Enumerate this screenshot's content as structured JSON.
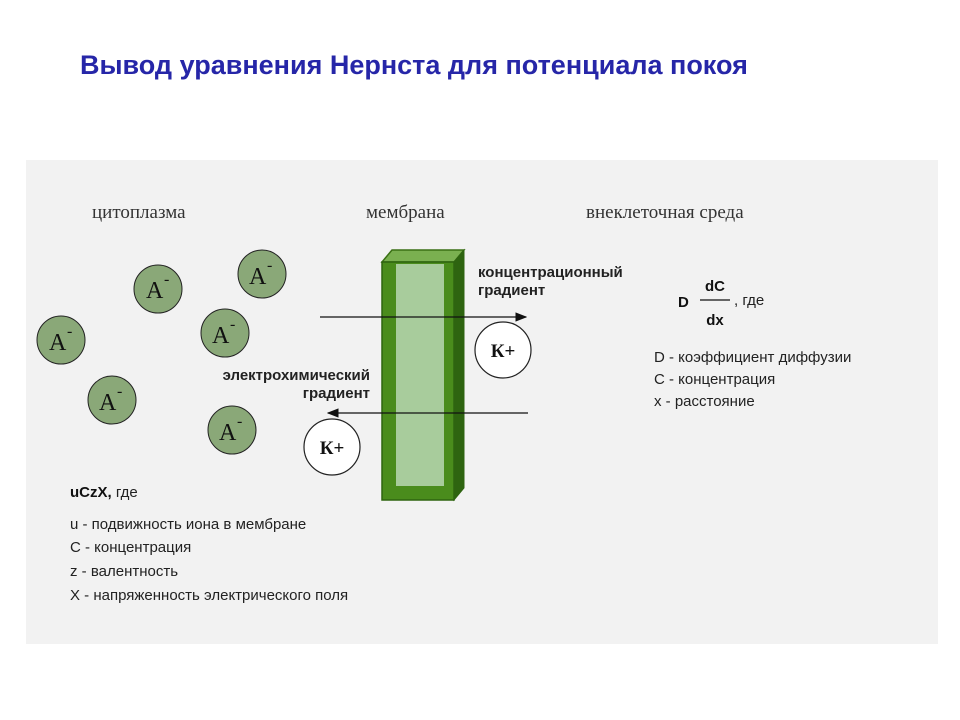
{
  "title": "Вывод уравнения Нернста для потенциала покоя",
  "regions": {
    "cytoplasm": "цитоплазма",
    "membrane": "мембрана",
    "extracellular": "внеклеточная среда"
  },
  "anion_label": "А",
  "anion_charge": "-",
  "cation_label": "К+",
  "gradients": {
    "concentration_line1": "концентрационный",
    "concentration_line2": "градиент",
    "electrochemical_line1": "электрохимический",
    "electrochemical_line2": "градиент"
  },
  "diffusion": {
    "D": "D",
    "numerator": "dC",
    "denominator": "dx",
    "where": ", где",
    "legend": [
      "D - коэффициент диффузии",
      "C - концентрация",
      "x - расстояние"
    ]
  },
  "electric": {
    "formula": "uCzX,",
    "where": " где",
    "legend": [
      "u - подвижность иона в мембране",
      "C - концентрация",
      "z - валентность",
      "X - напряженность электрического поля"
    ]
  },
  "colors": {
    "title": "#2626a8",
    "anion_fill": "#8aa878",
    "membrane_dark": "#4a8c1c",
    "membrane_light": "#a8cc9c"
  }
}
